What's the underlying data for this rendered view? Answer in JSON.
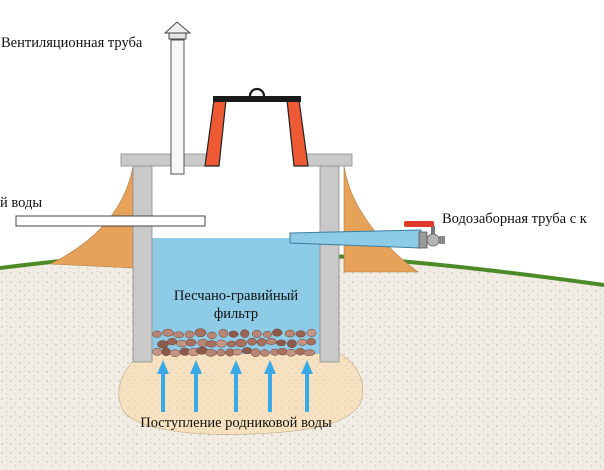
{
  "labels": {
    "ventilation_pipe": "Вентиляционная труба",
    "overflow_pipe": "й воды",
    "intake_pipe": "Водозаборная труба с к",
    "filter_line1": "Песчано-гравийный",
    "filter_line2": "фильтр",
    "spring_inflow": "Поступление родниковой воды"
  },
  "icons": {
    "inflow": "arrow-up-icon",
    "valve": "tap-valve-icon"
  },
  "colors": {
    "soil": "#f1ece4",
    "grass": "#4c8a27",
    "clay_mound": "#e7a25a",
    "concrete_wall": "#c9c9c9",
    "water": "#8dcbe6",
    "pebbles": "#a8705e",
    "sand_pocket": "#f6e2c0",
    "arrow": "#3aa9e8",
    "hatch_sides": "#ee5a33",
    "valve_red": "#e03a2a"
  }
}
